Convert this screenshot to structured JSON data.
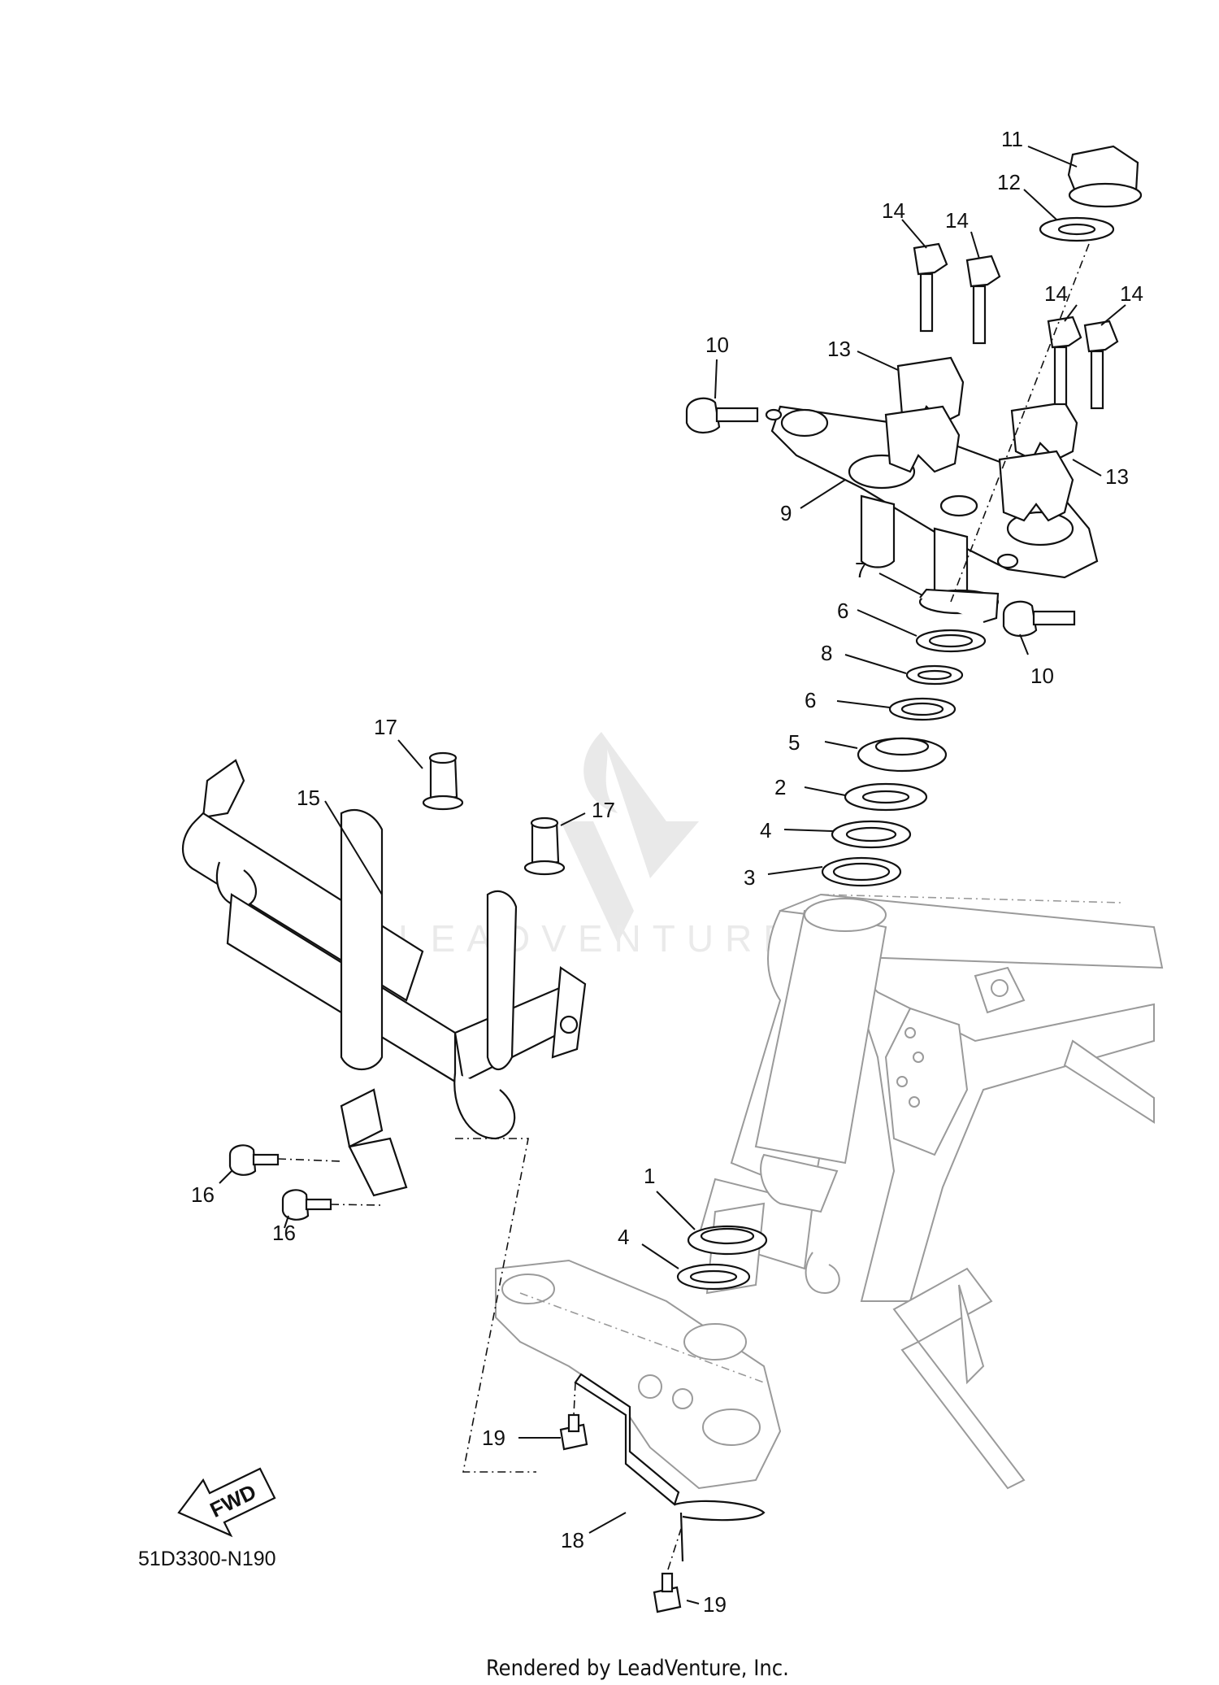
{
  "diagram": {
    "code": "51D3300-N190",
    "fwd_label": "FWD",
    "footer": "Rendered by LeadVenture, Inc.",
    "watermark": "LEADVENTURE",
    "callouts": [
      {
        "id": "c11",
        "num": "11"
      },
      {
        "id": "c12",
        "num": "12"
      },
      {
        "id": "c14a",
        "num": "14"
      },
      {
        "id": "c14b",
        "num": "14"
      },
      {
        "id": "c14c",
        "num": "14"
      },
      {
        "id": "c14d",
        "num": "14"
      },
      {
        "id": "c10a",
        "num": "10"
      },
      {
        "id": "c13a",
        "num": "13"
      },
      {
        "id": "c13b",
        "num": "13"
      },
      {
        "id": "c9",
        "num": "9"
      },
      {
        "id": "c7",
        "num": "7"
      },
      {
        "id": "c6a",
        "num": "6"
      },
      {
        "id": "c10b",
        "num": "10"
      },
      {
        "id": "c8",
        "num": "8"
      },
      {
        "id": "c6b",
        "num": "6"
      },
      {
        "id": "c5",
        "num": "5"
      },
      {
        "id": "c2",
        "num": "2"
      },
      {
        "id": "c4a",
        "num": "4"
      },
      {
        "id": "c3",
        "num": "3"
      },
      {
        "id": "c17a",
        "num": "17"
      },
      {
        "id": "c17b",
        "num": "17"
      },
      {
        "id": "c15",
        "num": "15"
      },
      {
        "id": "c16a",
        "num": "16"
      },
      {
        "id": "c16b",
        "num": "16"
      },
      {
        "id": "c1",
        "num": "1"
      },
      {
        "id": "c4b",
        "num": "4"
      },
      {
        "id": "c19a",
        "num": "19"
      },
      {
        "id": "c18",
        "num": "18"
      },
      {
        "id": "c19b",
        "num": "19"
      }
    ]
  }
}
